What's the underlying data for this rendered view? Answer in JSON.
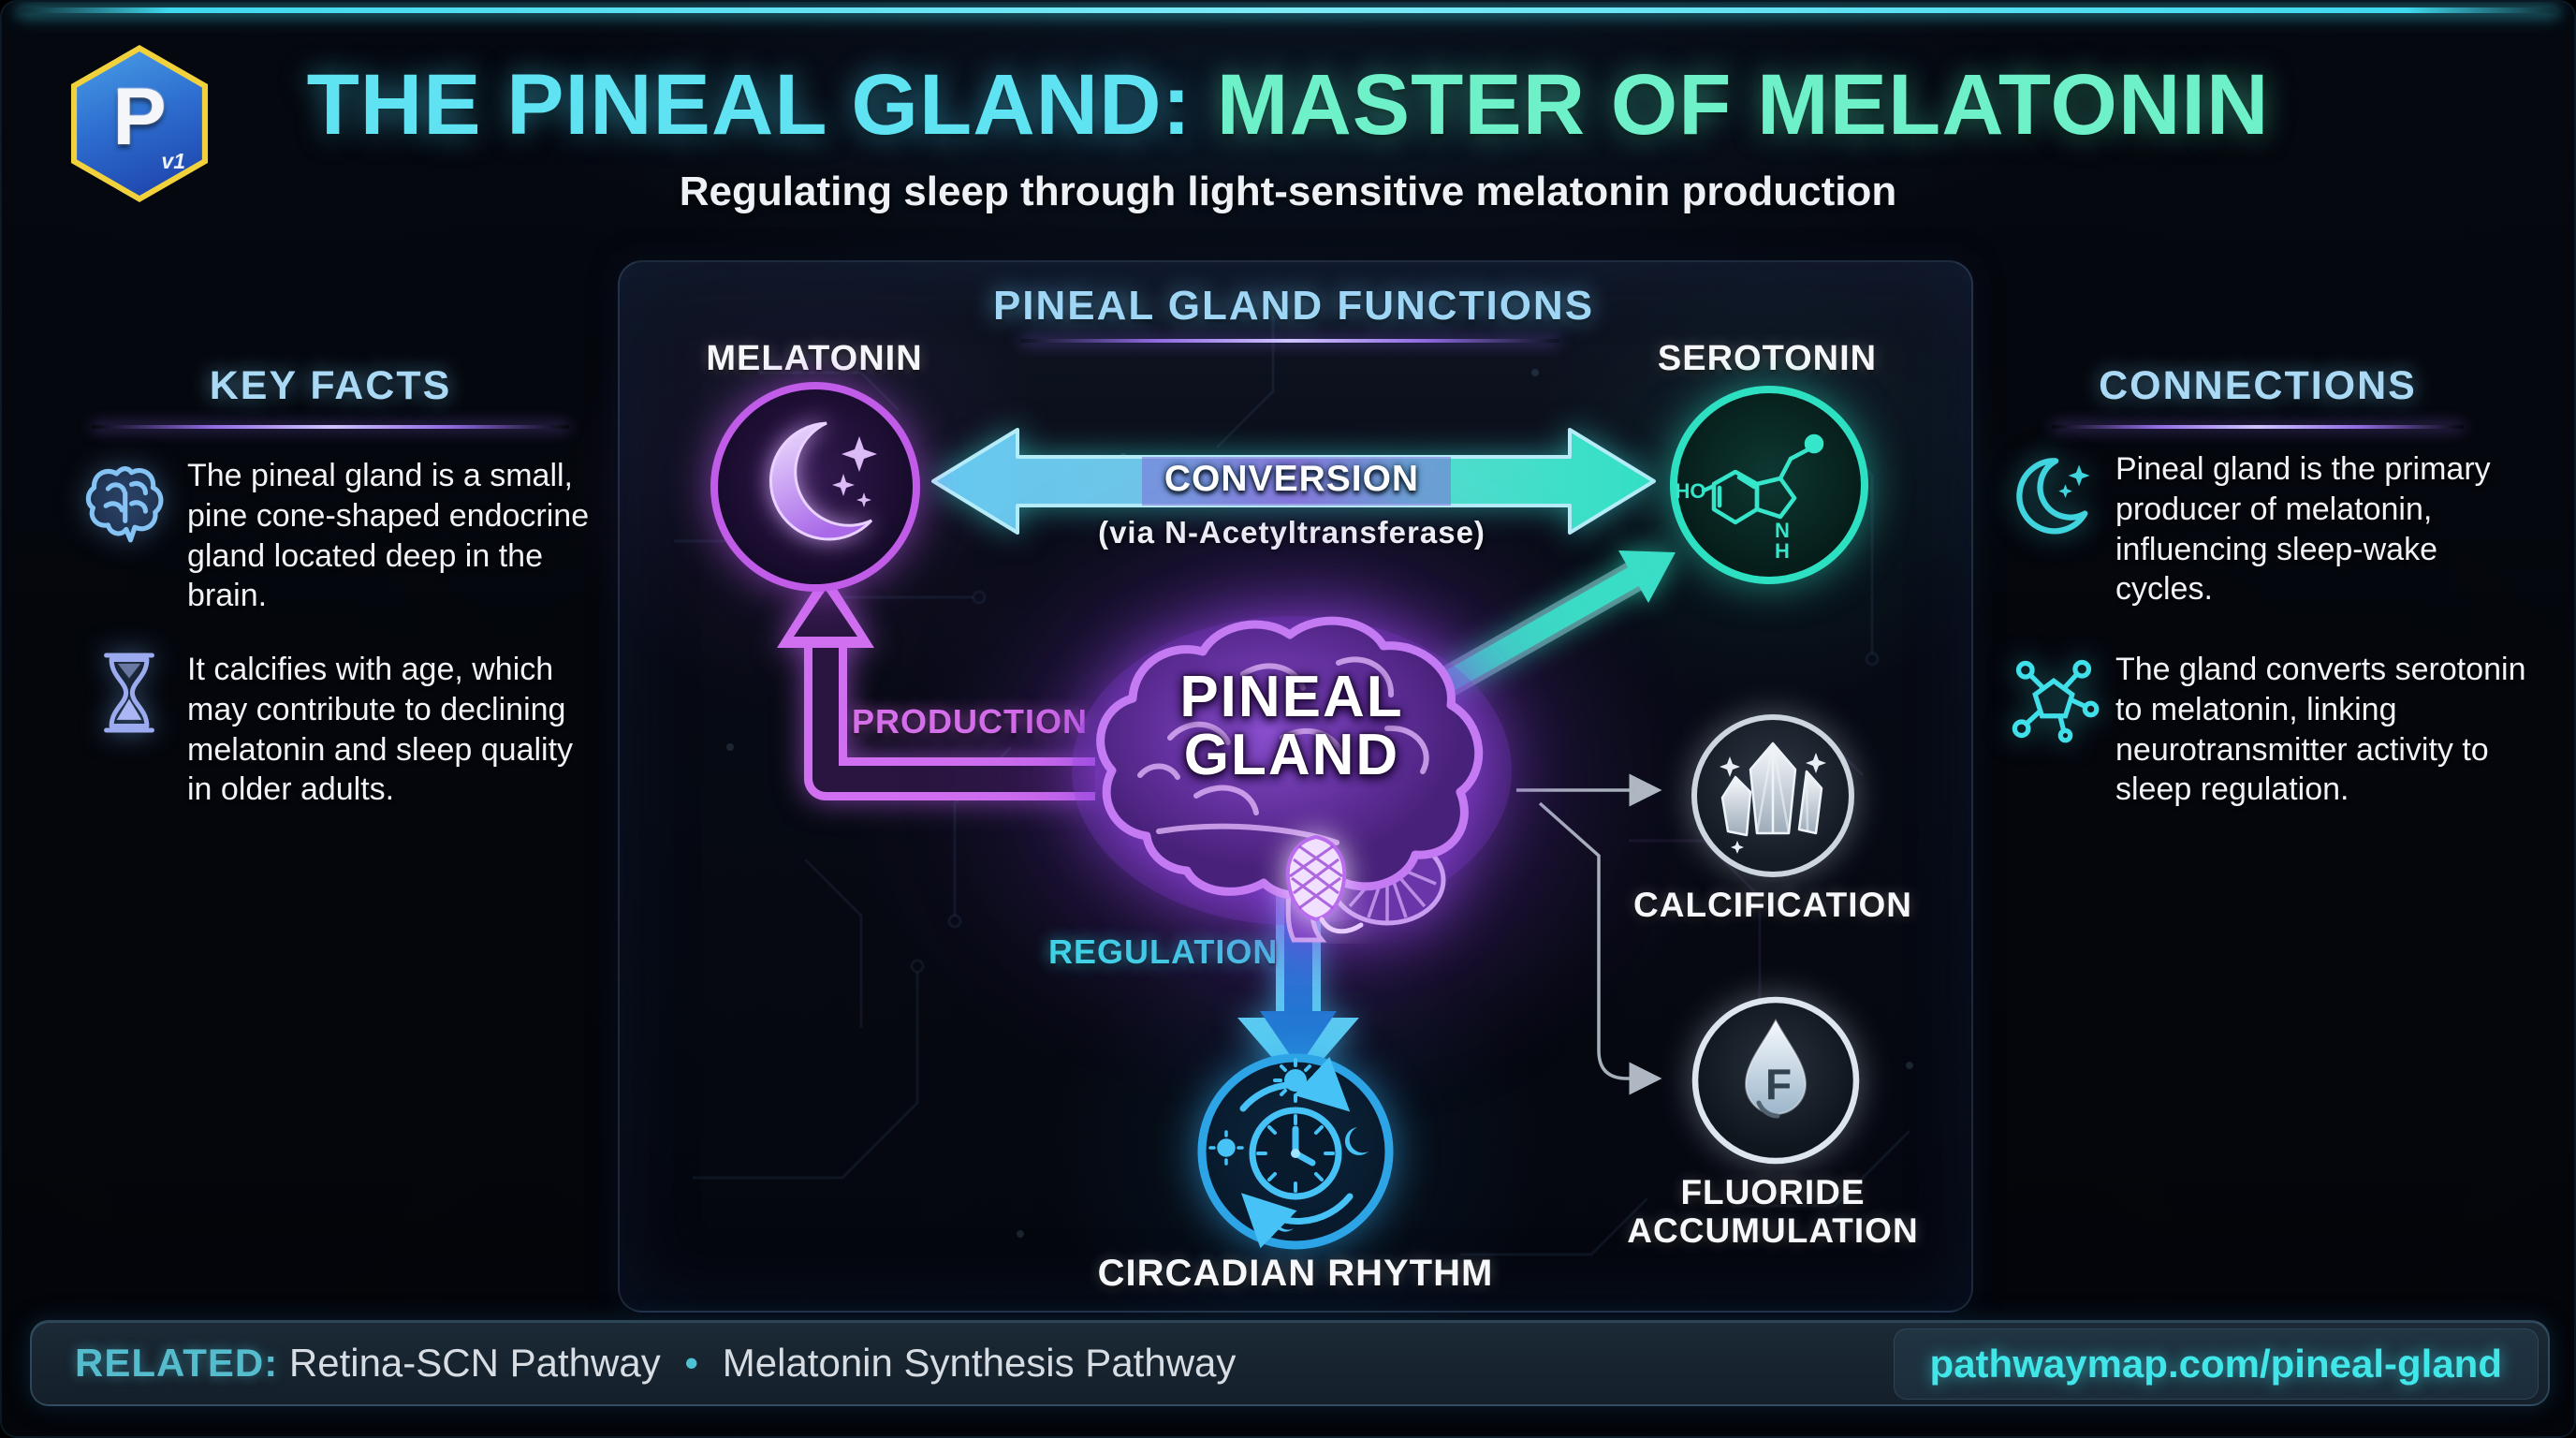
{
  "logo": {
    "letter": "P",
    "version": "v1"
  },
  "header": {
    "title_cyan": "THE PINEAL GLAND: ",
    "title_mint": "MASTER OF MELATONIN",
    "subtitle": "Regulating sleep through light-sensitive melatonin production"
  },
  "key_facts": {
    "heading": "KEY FACTS",
    "items": [
      {
        "icon": "brain-icon",
        "text": "The pineal gland is a small, pine cone-shaped endocrine gland located deep in the brain."
      },
      {
        "icon": "hourglass-icon",
        "text": "It calcifies with age, which may contribute to declining melatonin and sleep quality in older adults."
      }
    ]
  },
  "panel": {
    "heading": "PINEAL GLAND FUNCTIONS"
  },
  "nodes": {
    "melatonin": {
      "label": "MELATONIN",
      "icon": "moon-stars-icon",
      "ring_color": "#c05ce8"
    },
    "serotonin": {
      "label": "SEROTONIN",
      "icon": "serotonin-molecule-icon",
      "ring_color": "#2ee0c2",
      "ho": "HO",
      "n": "N",
      "h": "H"
    },
    "pineal": {
      "line1": "PINEAL",
      "line2": "GLAND"
    },
    "circadian": {
      "label": "CIRCADIAN RHYTHM",
      "icon": "circadian-clock-icon",
      "ring_color": "#2ca4e6"
    },
    "calcification": {
      "label": "CALCIFICATION",
      "icon": "crystals-icon",
      "ring_color": "#cdd6df"
    },
    "fluoride": {
      "line1": "FLUORIDE",
      "line2": "ACCUMULATION",
      "letter": "F",
      "icon": "fluoride-droplet-icon",
      "ring_color": "#dde6ee"
    }
  },
  "edges": {
    "conversion": {
      "label": "CONVERSION",
      "via": "(via N-Acetyltransferase)"
    },
    "production": {
      "label": "PRODUCTION"
    },
    "regulation": {
      "label": "REGULATION"
    }
  },
  "connections": {
    "heading": "CONNECTIONS",
    "items": [
      {
        "icon": "crescent-moon-icon",
        "text": "Pineal gland is the primary producer of melatonin, influencing sleep-wake cycles."
      },
      {
        "icon": "molecule-icon",
        "text": "The gland converts serotonin to melatonin, linking neurotransmitter activity to sleep regulation."
      }
    ]
  },
  "footer": {
    "related_label": "RELATED:",
    "items": [
      "Retina-SCN Pathway",
      "Melatonin Synthesis Pathway"
    ],
    "separator": "•",
    "url": "pathwaymap.com/pineal-gland"
  },
  "colors": {
    "title_cyan": "#5fe2f2",
    "title_mint": "#6ef0c8",
    "heading_blue": "#a9d9f4",
    "purple": "#c05ce8",
    "magenta_label": "#d66fea",
    "teal": "#2ee0c2",
    "cyan_label": "#3fd6e8",
    "blue_arrow": "#2080d8",
    "silver": "#cdd6df",
    "footer_teal": "#55bccd",
    "url_cyan": "#41e6e9"
  }
}
